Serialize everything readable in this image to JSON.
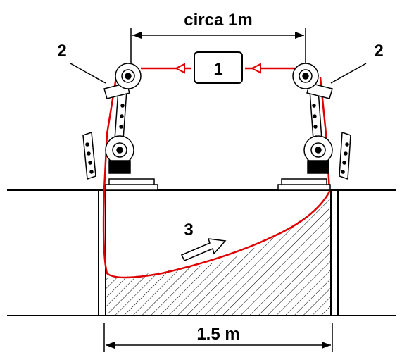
{
  "labels": {
    "top_dimension": "circa 1m",
    "bottom_dimension": "1.5 m",
    "box_marker": "1",
    "left_pulley_marker": "2",
    "right_pulley_marker": "2",
    "trench_marker": "3"
  },
  "colors": {
    "line": "#000000",
    "cable": "#e00000",
    "background": "#ffffff"
  }
}
